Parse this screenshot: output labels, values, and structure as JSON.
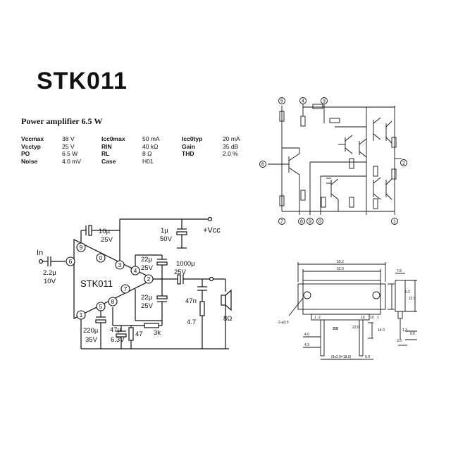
{
  "title": "STK011",
  "subtitle": "Power amplifier 6.5 W",
  "specs": [
    [
      "Vccmax",
      "38 V",
      "Icc0max",
      "50 mA",
      "Icc0typ",
      "20 mA"
    ],
    [
      "Vcctyp",
      "25 V",
      "RIN",
      "40 kΩ",
      "Gain",
      "35 dB"
    ],
    [
      "PO",
      "6.5 W",
      "RL",
      "8 Ω",
      "THD",
      "2.0 %"
    ],
    [
      "Noise",
      "4.0 mV",
      "Case",
      "H01",
      "",
      ""
    ]
  ],
  "app": {
    "chip": "STK011",
    "in": "In",
    "vcc": "+Vcc",
    "pins": [
      "9",
      "0",
      "3",
      "6",
      "4",
      "2",
      "1",
      "5",
      "8",
      "7"
    ],
    "c_in": [
      "2.2µ",
      "10V"
    ],
    "c9": [
      "10µ",
      "25V"
    ],
    "c_vcc": [
      "1µ",
      "50V"
    ],
    "c4": [
      "22µ",
      "25V"
    ],
    "c_out": [
      "1000µ",
      "25V"
    ],
    "c7": [
      "22µ",
      "25V"
    ],
    "c5": [
      "220µ",
      "35V"
    ],
    "c8": [
      "47µ",
      "6.3V"
    ],
    "r47": "47",
    "r3k": "3k",
    "c47n": "47n",
    "r4_7": "4.7",
    "spk": "8Ω"
  },
  "internal_pins": [
    "5",
    "4",
    "3",
    "6",
    "2",
    "7",
    "8",
    "9",
    "0",
    "1"
  ],
  "package": {
    "dims": [
      "59.2",
      "52.0",
      "22.0",
      "7.8",
      "4.3",
      "2.0",
      "2.0",
      "10",
      "1",
      "0.2",
      "3.5",
      "12.0",
      "14.0",
      "5.0",
      "(9x2.0=18.0)",
      "6.0",
      "4.0",
      "1.3"
    ],
    "pin_marks": [
      "1",
      "2",
      "10"
    ],
    "hole": "2-φ3.5"
  }
}
